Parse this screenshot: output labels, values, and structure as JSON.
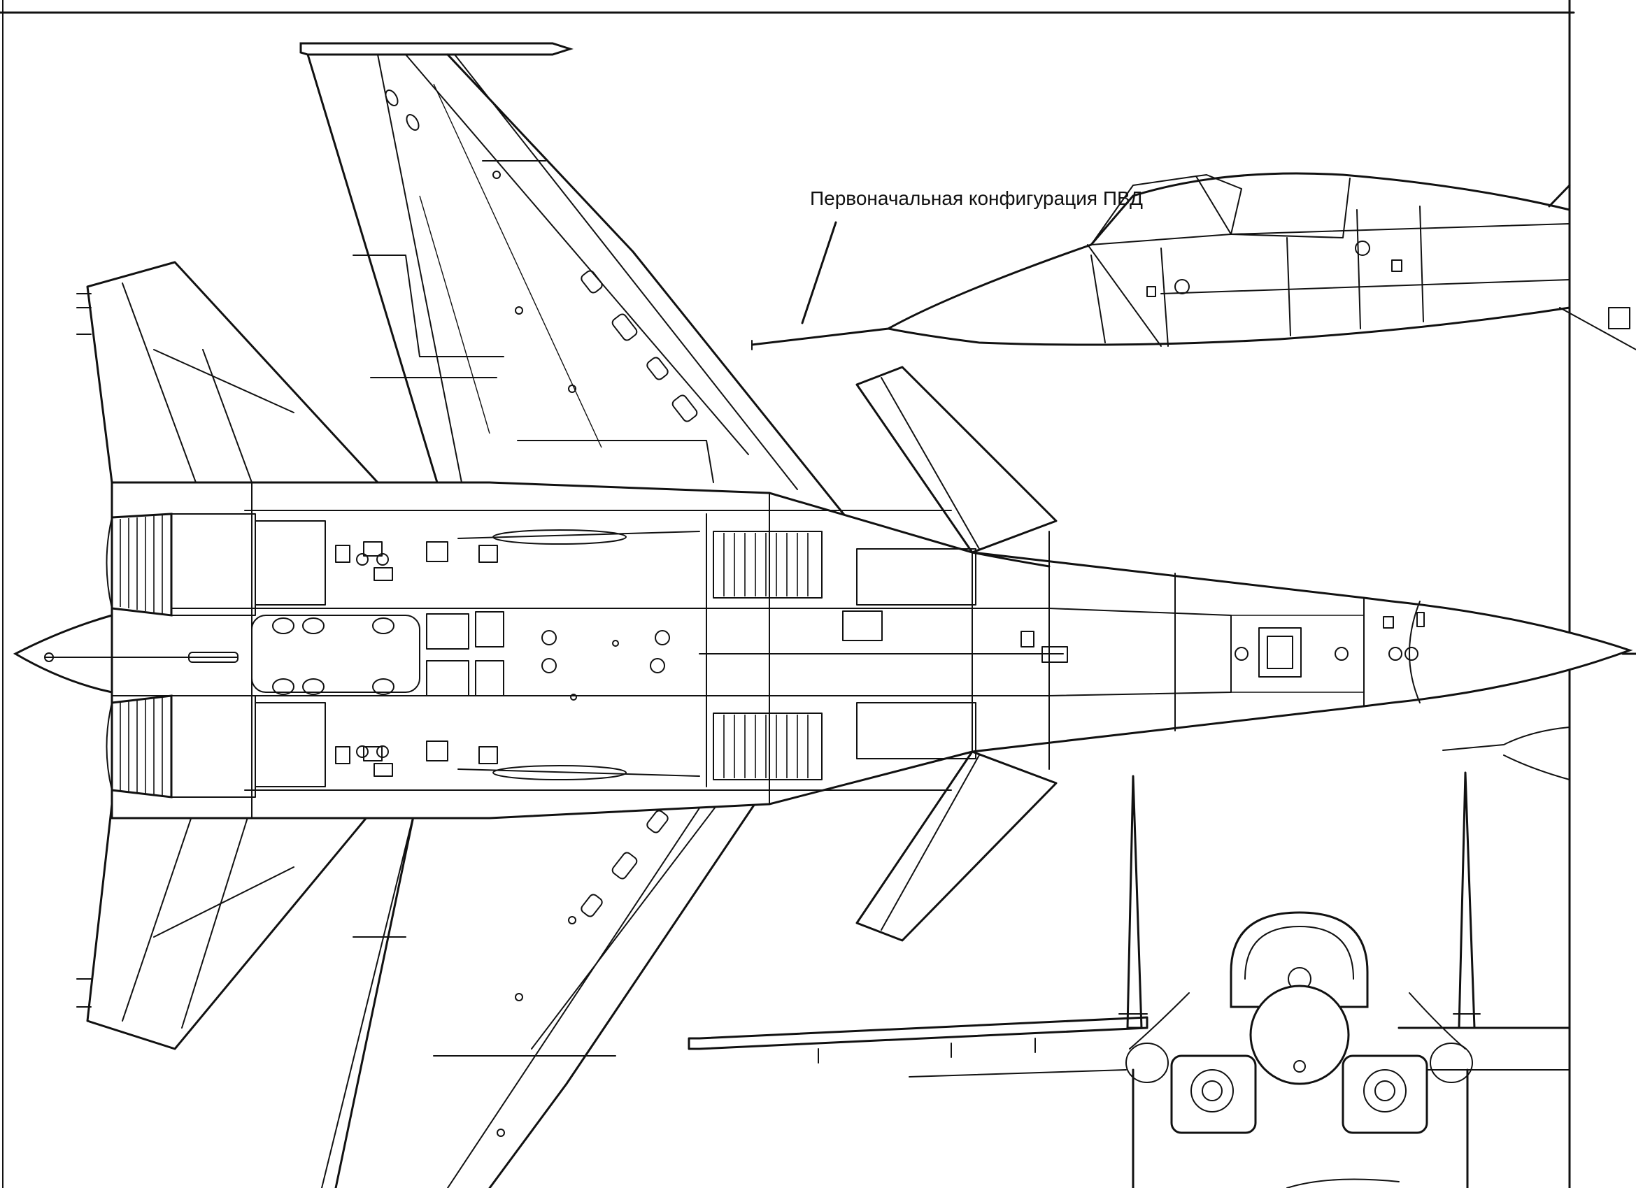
{
  "callout": {
    "text": "Первоначальная конфигурация ПВД"
  },
  "views": [
    "top-view",
    "side-view-nose",
    "front-view"
  ]
}
